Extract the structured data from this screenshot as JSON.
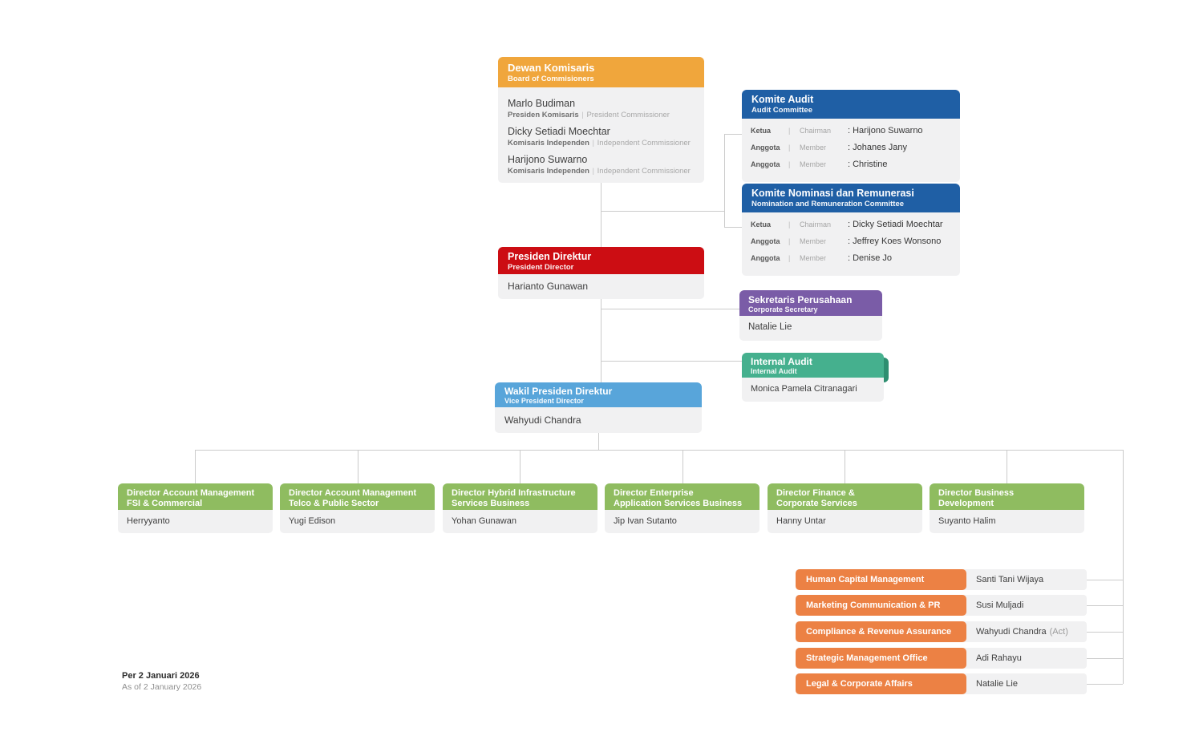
{
  "colors": {
    "board_header": "#f0a63c",
    "committee_header": "#1f5fa5",
    "president_header": "#cc0d13",
    "secretary_header": "#7a5ca7",
    "internal_audit_header": "#45b08e",
    "internal_audit_shadow": "#2e8e70",
    "vice_president_header": "#58a5da",
    "director_header": "#8fbc60",
    "unit_label": "#ec8144",
    "card_body": "#f1f1f2",
    "connector": "#cbcbcb"
  },
  "board": {
    "title": "Dewan Komisaris",
    "subtitle": "Board of Commisioners",
    "members": [
      {
        "name": "Marlo Budiman",
        "role_id": "Presiden Komisaris",
        "sep": "|",
        "role_en": "President Commissioner"
      },
      {
        "name": "Dicky Setiadi Moechtar",
        "role_id": "Komisaris Independen",
        "sep": "|",
        "role_en": "Independent Commissioner"
      },
      {
        "name": "Harijono Suwarno",
        "role_id": "Komisaris Independen",
        "sep": "|",
        "role_en": "Independent Commissioner"
      }
    ]
  },
  "committees": [
    {
      "title": "Komite Audit",
      "subtitle": "Audit Committee",
      "rows": [
        {
          "role_id": "Ketua",
          "sep": "|",
          "role_en": "Chairman",
          "name": ": Harijono Suwarno"
        },
        {
          "role_id": "Anggota",
          "sep": "|",
          "role_en": "Member",
          "name": ": Johanes Jany"
        },
        {
          "role_id": "Anggota",
          "sep": "|",
          "role_en": "Member",
          "name": ": Christine"
        }
      ]
    },
    {
      "title": "Komite Nominasi dan Remunerasi",
      "subtitle": "Nomination and Remuneration Committee",
      "rows": [
        {
          "role_id": "Ketua",
          "sep": "|",
          "role_en": "Chairman",
          "name": ": Dicky Setiadi Moechtar"
        },
        {
          "role_id": "Anggota",
          "sep": "|",
          "role_en": "Member",
          "name": ": Jeffrey Koes Wonsono"
        },
        {
          "role_id": "Anggota",
          "sep": "|",
          "role_en": "Member",
          "name": ": Denise Jo"
        }
      ]
    }
  ],
  "president": {
    "title": "Presiden Direktur",
    "subtitle": "President Director",
    "name": "Harianto Gunawan"
  },
  "secretary": {
    "title": "Sekretaris Perusahaan",
    "subtitle": "Corporate Secretary",
    "name": "Natalie Lie"
  },
  "internal_audit": {
    "title": "Internal Audit",
    "subtitle": "Internal Audit",
    "name": "Monica Pamela Citranagari"
  },
  "vice_president": {
    "title": "Wakil Presiden Direktur",
    "subtitle": "Vice President Director",
    "name": "Wahyudi Chandra"
  },
  "directors": [
    {
      "line1": "Director Account Management",
      "line2": "FSI & Commercial",
      "name": "Herryyanto"
    },
    {
      "line1": "Director Account Management",
      "line2": "Telco & Public Sector",
      "name": "Yugi Edison"
    },
    {
      "line1": "Director Hybrid Infrastructure",
      "line2": "Services Business",
      "name": "Yohan Gunawan"
    },
    {
      "line1": "Director Enterprise",
      "line2": "Application Services Business",
      "name": "Jip Ivan Sutanto"
    },
    {
      "line1": "Director Finance &",
      "line2": "Corporate Services",
      "name": "Hanny Untar"
    },
    {
      "line1": "Director Business",
      "line2": "Development",
      "name": "Suyanto Halim"
    }
  ],
  "units": [
    {
      "label": "Human Capital Management",
      "name": "Santi Tani Wijaya",
      "act": ""
    },
    {
      "label": "Marketing Communication & PR",
      "name": "Susi Muljadi",
      "act": ""
    },
    {
      "label": "Compliance & Revenue Assurance",
      "name": "Wahyudi Chandra",
      "act": "(Act)"
    },
    {
      "label": "Strategic Management Office",
      "name": "Adi Rahayu",
      "act": ""
    },
    {
      "label": "Legal & Corporate Affairs",
      "name": "Natalie Lie",
      "act": ""
    }
  ],
  "footer": {
    "date_id": "Per 2 Januari 2026",
    "date_en": "As of 2 January 2026"
  }
}
